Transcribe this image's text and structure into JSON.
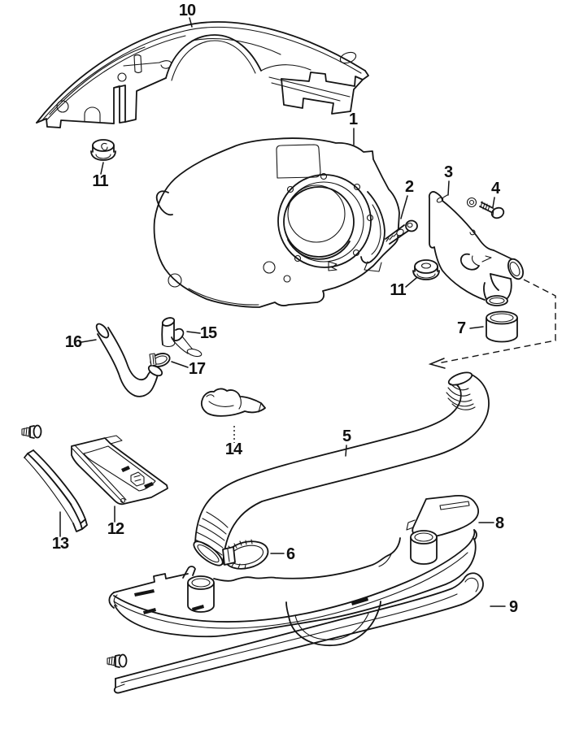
{
  "diagram": {
    "kind": "exploded-parts-line-drawing",
    "background_color": "#ffffff",
    "line_color": "#141414",
    "callouts": [
      {
        "label": "10"
      },
      {
        "label": "1"
      },
      {
        "label": "2"
      },
      {
        "label": "3"
      },
      {
        "label": "4"
      },
      {
        "label": "11"
      },
      {
        "label": "11"
      },
      {
        "label": "7"
      },
      {
        "label": "15"
      },
      {
        "label": "16"
      },
      {
        "label": "17"
      },
      {
        "label": "14"
      },
      {
        "label": "13"
      },
      {
        "label": "12"
      },
      {
        "label": "5"
      },
      {
        "label": "6"
      },
      {
        "label": "8"
      },
      {
        "label": "9"
      }
    ]
  }
}
